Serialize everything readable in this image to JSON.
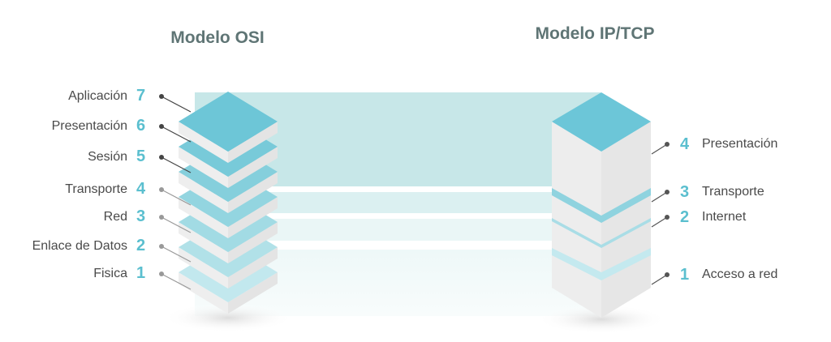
{
  "titles": {
    "osi": "Modelo OSI",
    "tcp": "Modelo IP/TCP"
  },
  "osi_layers": [
    {
      "num": "7",
      "label": "Aplicación",
      "color": "#6dc6d7"
    },
    {
      "num": "6",
      "label": "Presentación",
      "color": "#78cad9"
    },
    {
      "num": "5",
      "label": "Sesión",
      "color": "#85cfdc"
    },
    {
      "num": "4",
      "label": "Transporte",
      "color": "#93d5e0"
    },
    {
      "num": "3",
      "label": "Red",
      "color": "#a2dbe4"
    },
    {
      "num": "2",
      "label": "Enlace de Datos",
      "color": "#b1e1e8"
    },
    {
      "num": "1",
      "label": "Fisica",
      "color": "#c2e8ee"
    }
  ],
  "tcp_layers": [
    {
      "num": "4",
      "label": "Presentación"
    },
    {
      "num": "3",
      "label": "Transporte"
    },
    {
      "num": "2",
      "label": "Internet"
    },
    {
      "num": "1",
      "label": "Acceso a red"
    }
  ]
}
